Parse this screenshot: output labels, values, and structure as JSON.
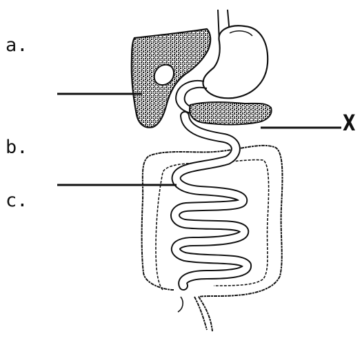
{
  "labels": {
    "a": "a.",
    "b": "b.",
    "c": "c.",
    "x": "X"
  }
}
